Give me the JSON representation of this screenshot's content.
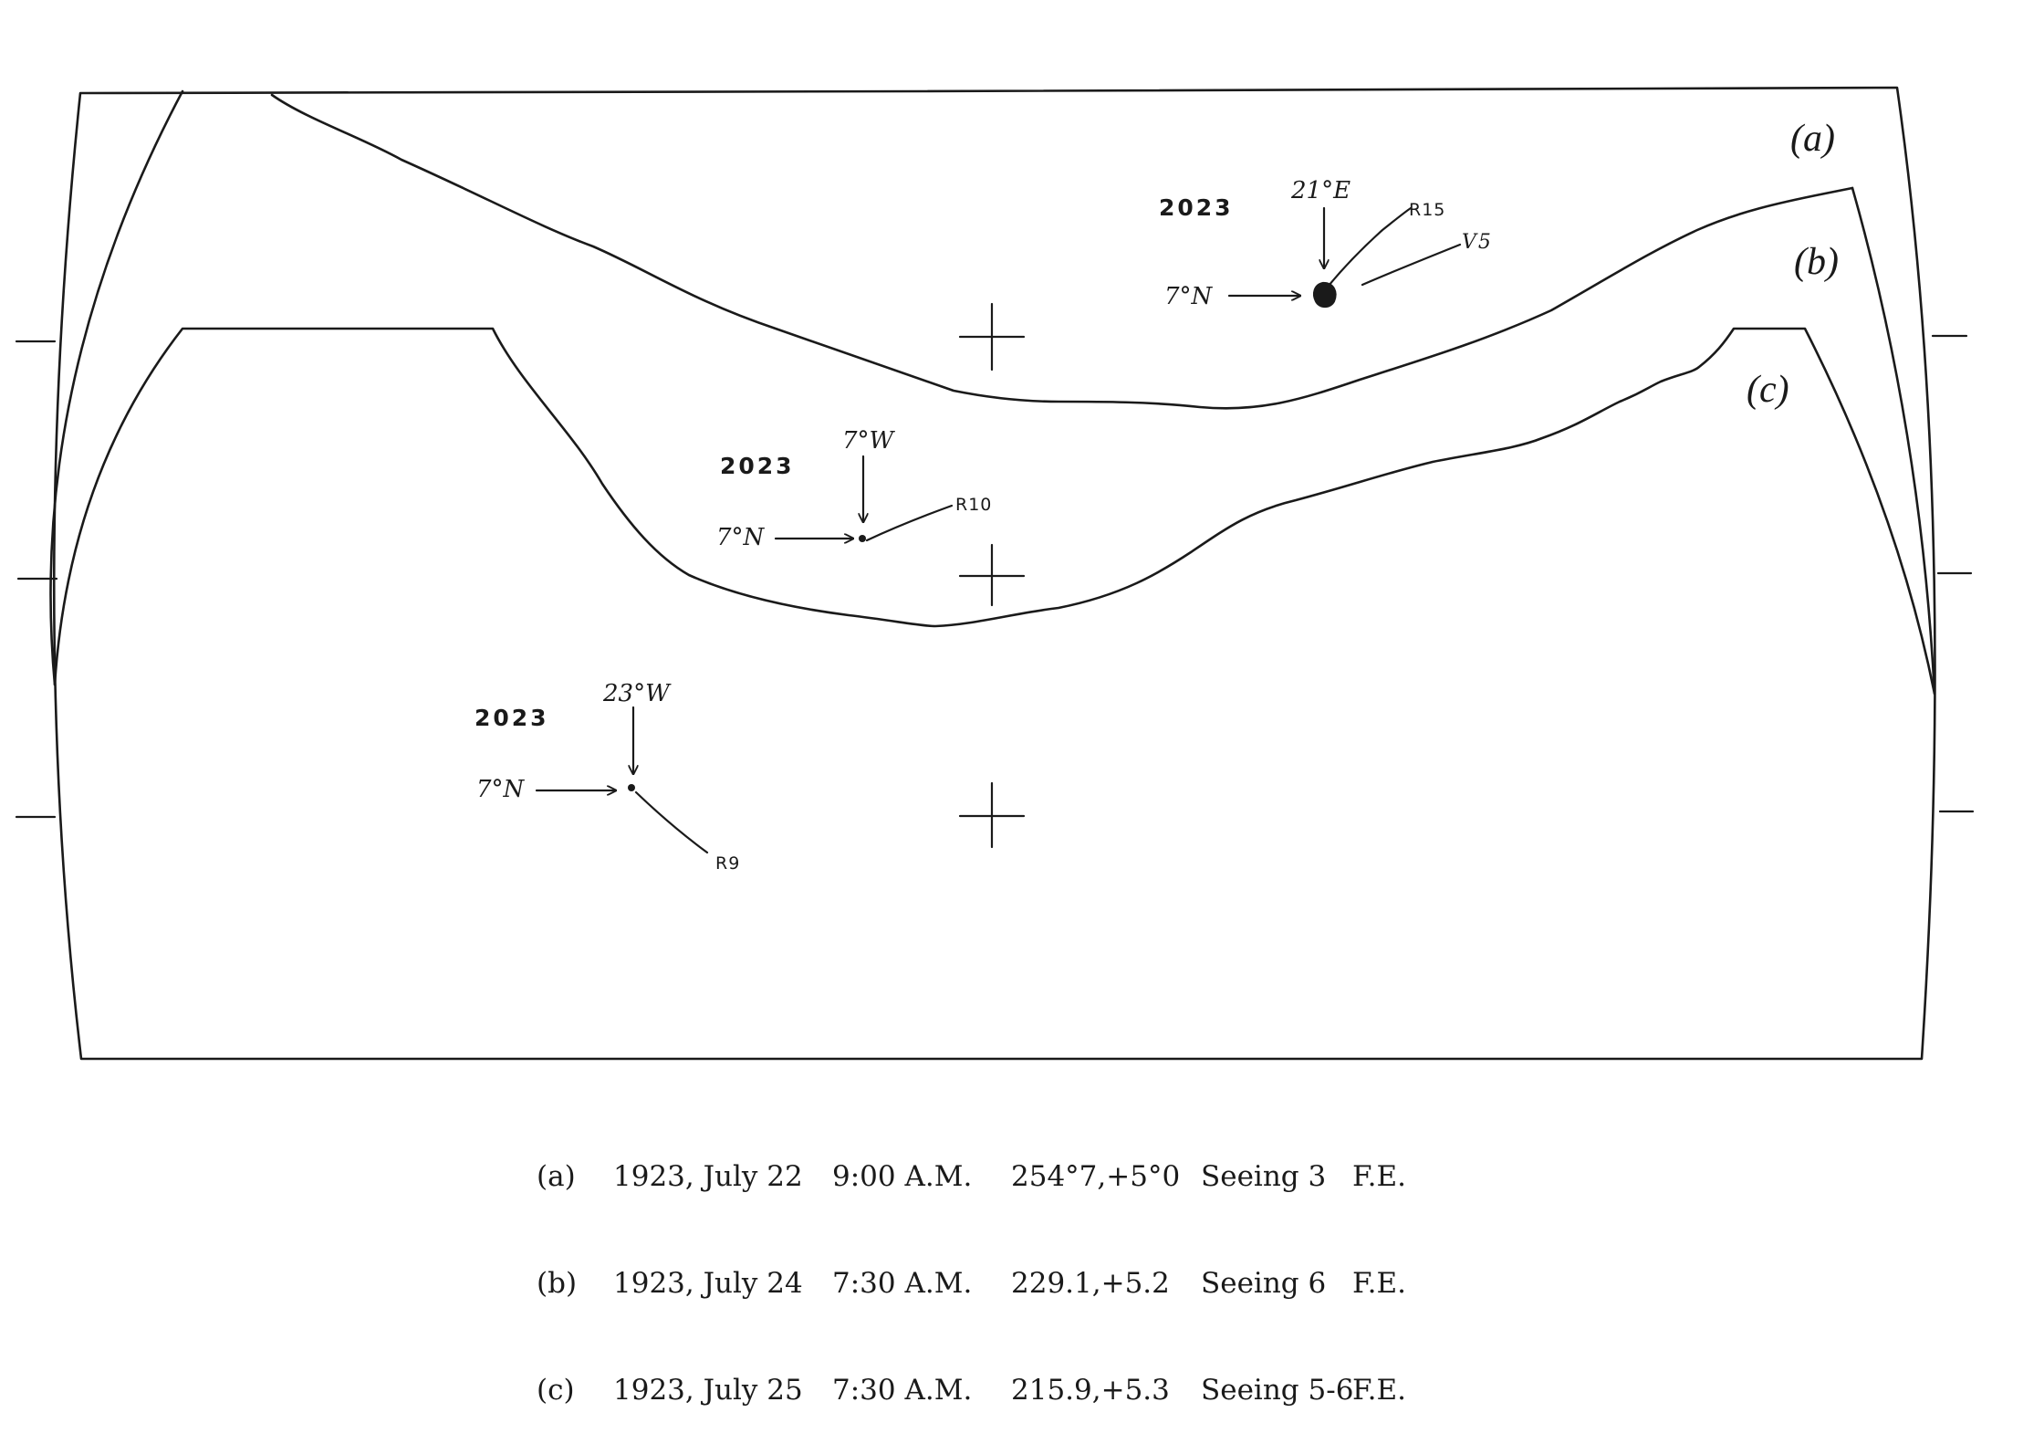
{
  "figure": {
    "panels": [
      {
        "letter": "(a)",
        "spot_number": "2023",
        "latitude": "7°N",
        "longitude": "21°E",
        "spots": [
          "R15",
          "V5"
        ]
      },
      {
        "letter": "(b)",
        "spot_number": "2023",
        "latitude": "7°N",
        "longitude": "7°W",
        "spots": [
          "R10"
        ]
      },
      {
        "letter": "(c)",
        "spot_number": "2023",
        "latitude": "7°N",
        "longitude": "23°W",
        "spots": [
          "R9"
        ]
      }
    ]
  },
  "captions": [
    {
      "letter": "(a)",
      "date": "1923, July 22",
      "time": "9:00 A.M.",
      "position": "254°7,+5°0",
      "seeing": "Seeing 3",
      "observer": "F.E."
    },
    {
      "letter": "(b)",
      "date": "1923, July 24",
      "time": "7:30 A.M.",
      "position": "229.1,+5.2",
      "seeing": "Seeing 6",
      "observer": "F.E."
    },
    {
      "letter": "(c)",
      "date": "1923, July 25",
      "time": "7:30 A.M.",
      "position": "215.9,+5.3",
      "seeing": "Seeing 5-6",
      "observer": "F.E."
    }
  ]
}
